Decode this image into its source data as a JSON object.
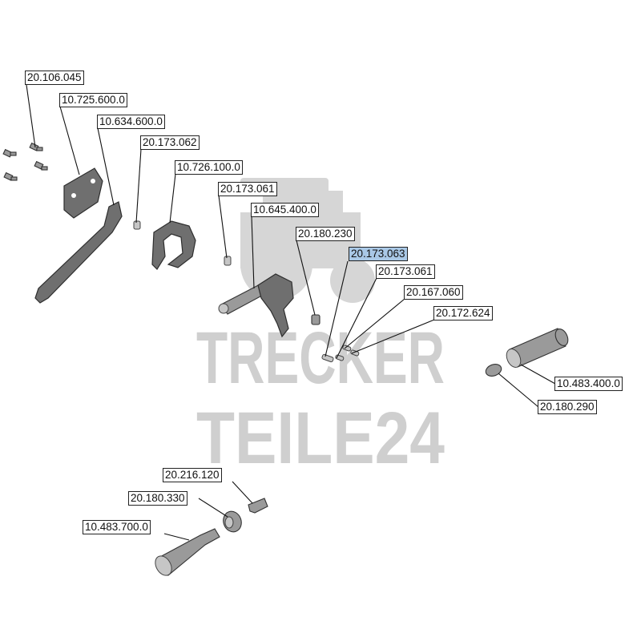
{
  "watermark": {
    "line1": "TRECKER",
    "line2": "TEILE24"
  },
  "labels": [
    {
      "id": "l1",
      "text": "20.106.045",
      "highlight": false
    },
    {
      "id": "l2",
      "text": "10.725.600.0",
      "highlight": false
    },
    {
      "id": "l3",
      "text": "10.634.600.0",
      "highlight": false
    },
    {
      "id": "l4",
      "text": "20.173.062",
      "highlight": false
    },
    {
      "id": "l5",
      "text": "10.726.100.0",
      "highlight": false
    },
    {
      "id": "l6",
      "text": "20.173.061",
      "highlight": false
    },
    {
      "id": "l7",
      "text": "10.645.400.0",
      "highlight": false
    },
    {
      "id": "l8",
      "text": "20.180.230",
      "highlight": false
    },
    {
      "id": "l9",
      "text": "20.173.063",
      "highlight": true
    },
    {
      "id": "l10",
      "text": "20.173.061",
      "highlight": false
    },
    {
      "id": "l11",
      "text": "20.167.060",
      "highlight": false
    },
    {
      "id": "l12",
      "text": "20.172.624",
      "highlight": false
    },
    {
      "id": "l13",
      "text": "10.483.400.0",
      "highlight": false
    },
    {
      "id": "l14",
      "text": "20.180.290",
      "highlight": false
    },
    {
      "id": "l15",
      "text": "20.216.120",
      "highlight": false
    },
    {
      "id": "l16",
      "text": "20.180.330",
      "highlight": false
    },
    {
      "id": "l17",
      "text": "10.483.700.0",
      "highlight": false
    }
  ],
  "colors": {
    "highlight": "#a9c8e6",
    "watermark": "#cfcfcf"
  }
}
